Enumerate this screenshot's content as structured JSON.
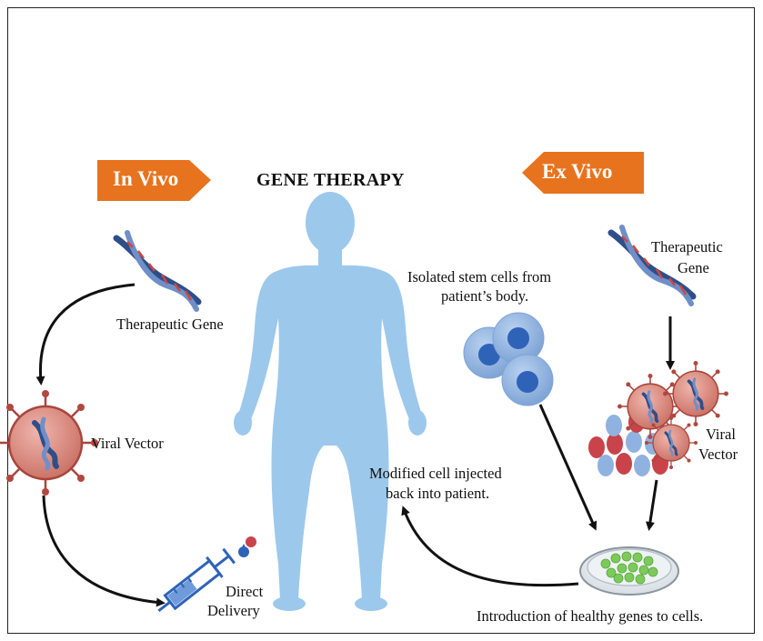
{
  "title": "GENE THERAPY",
  "in_vivo": {
    "tag": "In Vivo",
    "gene_label": "Therapeutic Gene",
    "vector_label": "Viral Vector",
    "delivery_label_1": "Direct",
    "delivery_label_2": "Delivery"
  },
  "ex_vivo": {
    "tag": "Ex Vivo",
    "gene_label_1": "Therapeutic",
    "gene_label_2": "Gene",
    "vector_label_1": "Viral",
    "vector_label_2": "Vector",
    "stem_label_1": "Isolated stem cells from",
    "stem_label_2": "patient’s body.",
    "injected_label_1": "Modified cell injected",
    "injected_label_2": "back into patient.",
    "dish_label": "Introduction of healthy genes to cells."
  },
  "colors": {
    "tag_orange": "#E8731E",
    "body_blue": "#9CC8EC",
    "virus_pink": "#D9897F",
    "virus_edge": "#A8453D",
    "dna_blue": "#2E4E8A",
    "dna_red": "#D0463D",
    "cell_blue": "#8FB2E0",
    "cell_nucleus": "#2F63B8",
    "dish_green": "#7CCB5A",
    "red_blood": "#C9434A",
    "arrow": "#111111"
  }
}
